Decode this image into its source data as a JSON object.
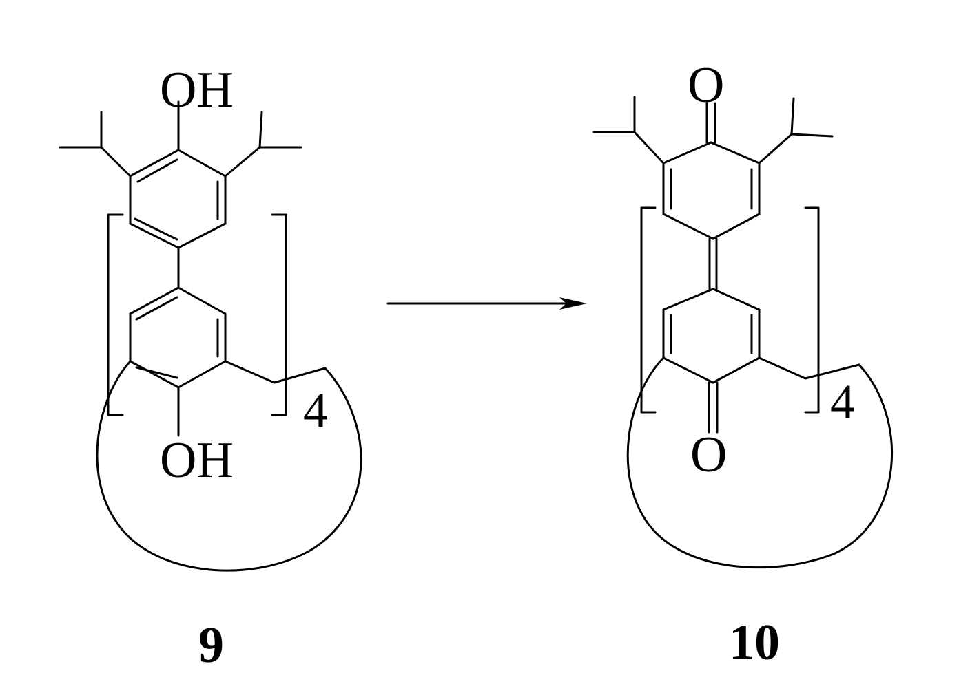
{
  "scheme": {
    "reactant": {
      "label": "9",
      "top_group": "OH",
      "bottom_group": "OH",
      "repeat_count": "4"
    },
    "product": {
      "label": "10",
      "top_group": "O",
      "bottom_group": "O",
      "repeat_count": "4"
    }
  }
}
